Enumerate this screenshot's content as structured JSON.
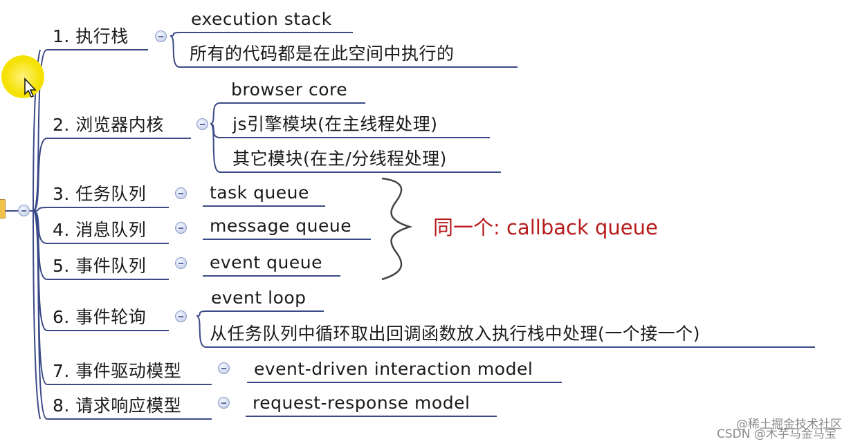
{
  "colors": {
    "branch_line": "#3a4a86",
    "summary_text": "#b71c1c",
    "brace": "#444444",
    "cursor_highlight": "#f5e100"
  },
  "topics": [
    {
      "label": "1. 执行栈",
      "children": [
        "execution stack",
        "所有的代码都是在此空间中执行的"
      ]
    },
    {
      "label": "2. 浏览器内核",
      "children": [
        "browser core",
        "js引擎模块(在主线程处理)",
        "其它模块(在主/分线程处理)"
      ]
    },
    {
      "label": "3. 任务队列",
      "children": [
        "task queue"
      ]
    },
    {
      "label": "4. 消息队列",
      "children": [
        "message queue"
      ]
    },
    {
      "label": "5. 事件队列",
      "children": [
        "event queue"
      ]
    },
    {
      "label": "6. 事件轮询",
      "children": [
        "event loop",
        "从任务队列中循环取出回调函数放入执行栈中处理(一个接一个)"
      ]
    },
    {
      "label": "7. 事件驱动模型",
      "children": [
        "event-driven interaction model"
      ]
    },
    {
      "label": "8. 请求响应模型",
      "children": [
        "request-response model"
      ]
    }
  ],
  "summary": {
    "text": "同一个: callback queue"
  },
  "watermark": {
    "line1": "@稀土掘金技术社区",
    "line2": "CSDN @木芋马金马宝"
  }
}
